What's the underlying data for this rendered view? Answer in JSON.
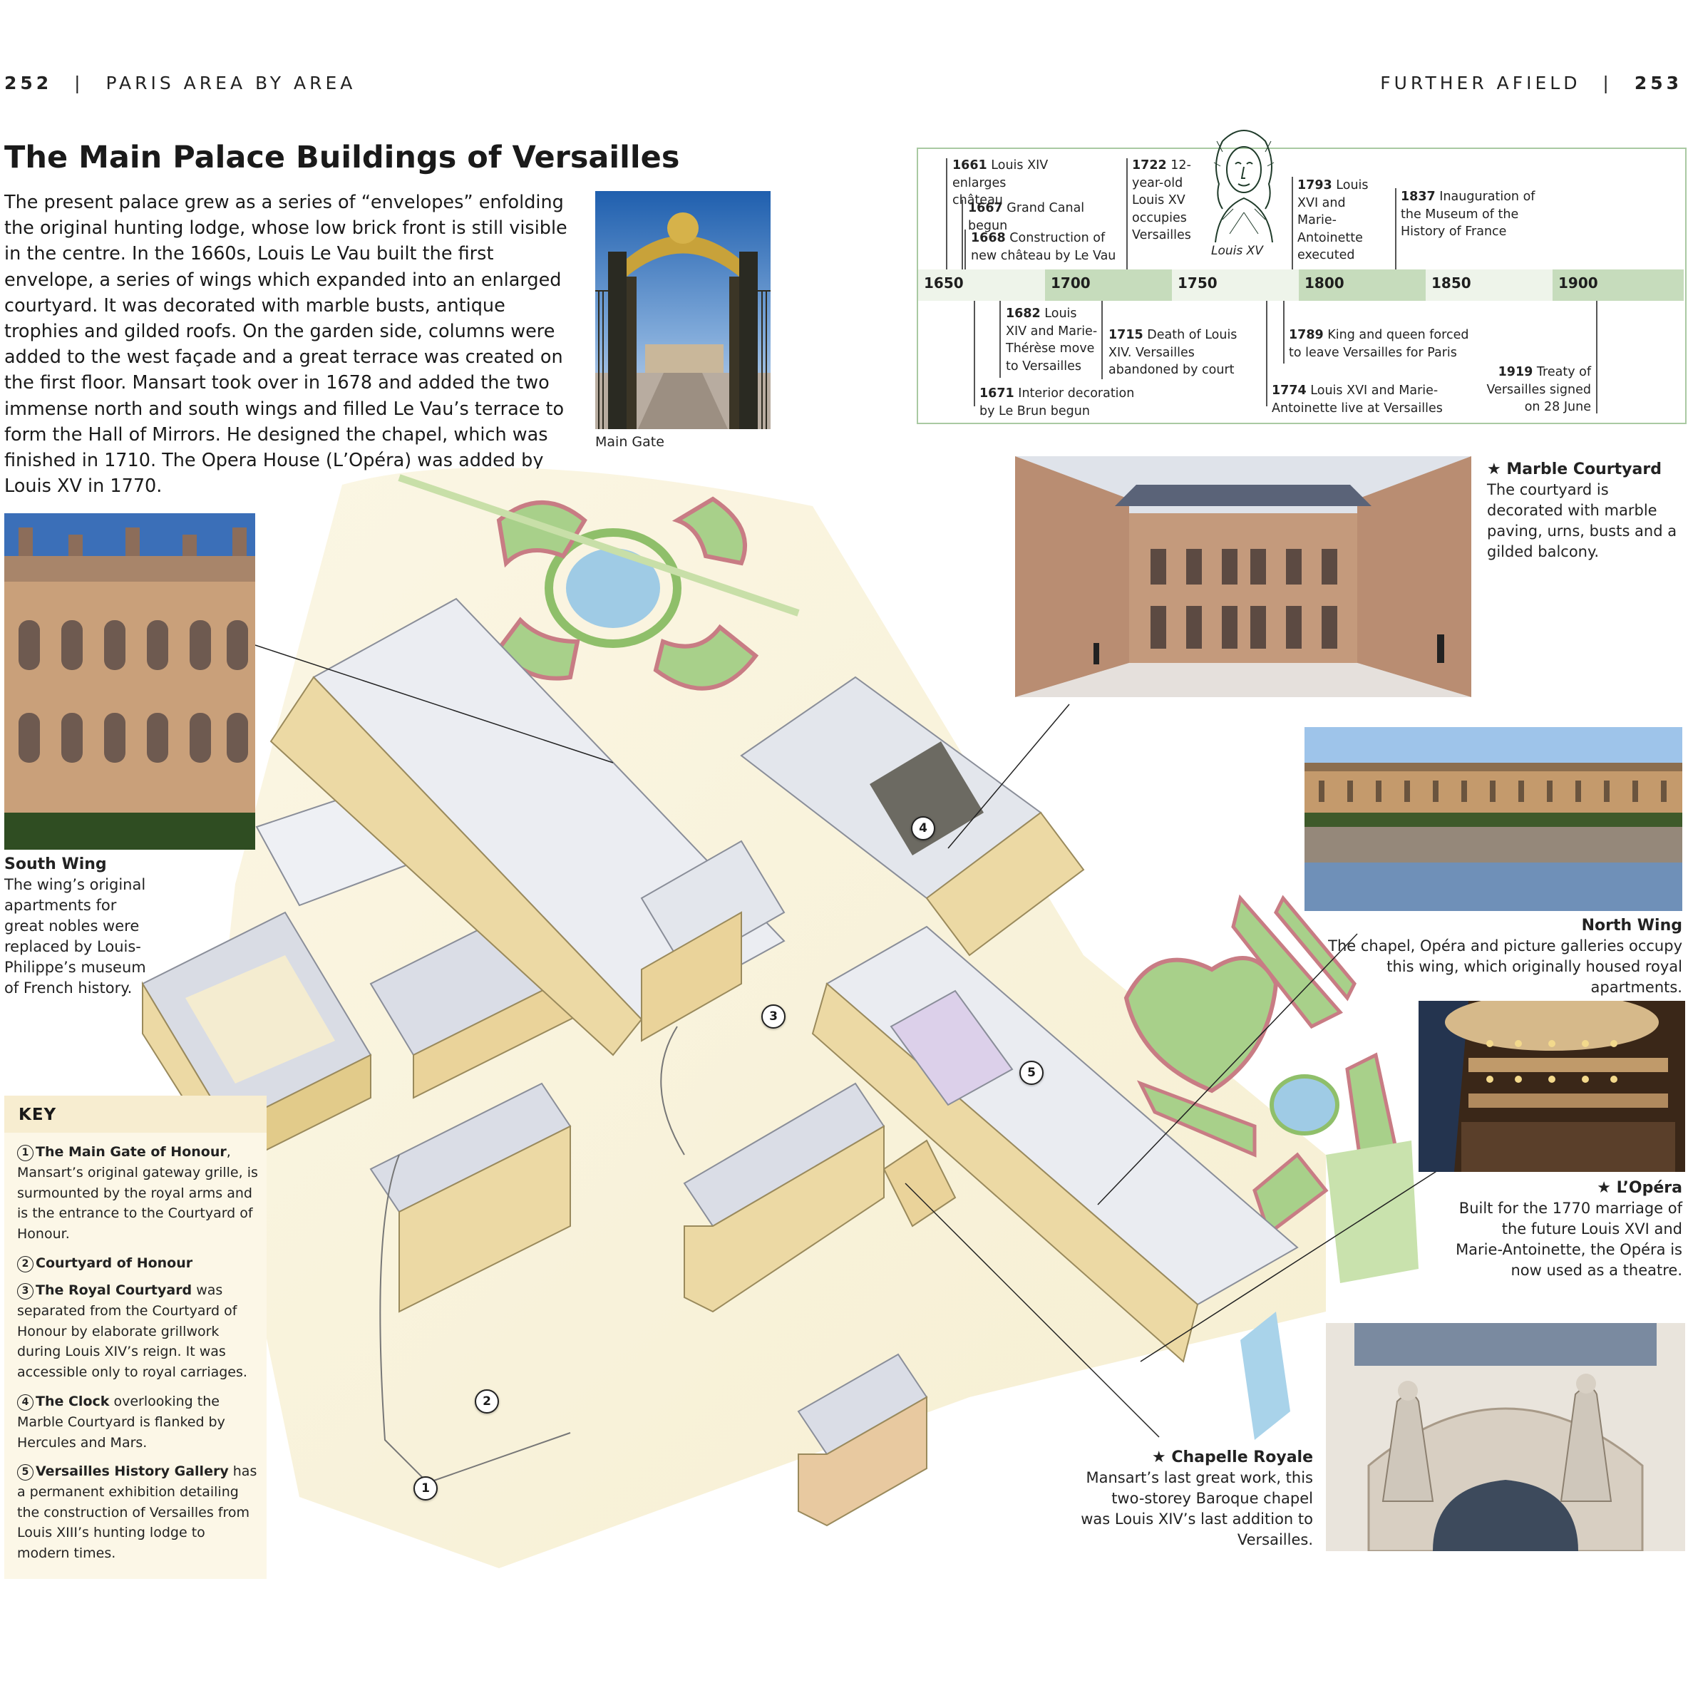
{
  "header": {
    "left_page": "252",
    "left_section": "PARIS AREA BY AREA",
    "right_section": "FURTHER AFIELD",
    "right_page": "253"
  },
  "title": "The Main Palace Buildings of Versailles",
  "intro": "The present palace grew as a series of “envelopes” enfolding the original hunting lodge, whose low brick front is still visible in the centre. In the 1660s, Louis Le Vau built the first envelope, a series of wings which expanded into an enlarged courtyard. It was decorated with marble busts, antique trophies and gilded roofs. On the garden side, columns were added to the west façade and a great terrace was created on the first floor. Mansart took over in 1678 and added the two immense north and south wings and filled Le Vau’s terrace to form the Hall of Mirrors. He designed the chapel, which was finished in 1710. The Opera House (L’Opéra) was added by Louis XV in 1770.",
  "main_gate_caption": "Main Gate",
  "portrait_caption": "Louis XV",
  "timeline": {
    "years": [
      "1650",
      "1700",
      "1750",
      "1800",
      "1850",
      "1900"
    ],
    "events_top": [
      {
        "year": "1661",
        "text": "Louis XIV enlarges château"
      },
      {
        "year": "1667",
        "text": "Grand Canal begun"
      },
      {
        "year": "1668",
        "text": "Construction of new château by Le Vau"
      },
      {
        "year": "1722",
        "text": "12-year-old Louis XV occupies Versailles"
      },
      {
        "year": "1793",
        "text": "Louis XVI and Marie-Antoinette executed"
      },
      {
        "year": "1837",
        "text": "Inauguration of the Museum of the History of France"
      }
    ],
    "events_bottom": [
      {
        "year": "1682",
        "text": "Louis XIV and Marie-Thérèse move to Versailles"
      },
      {
        "year": "1715",
        "text": "Death of Louis XIV. Versailles abandoned by court"
      },
      {
        "year": "1671",
        "text": "Interior decoration by Le Brun begun"
      },
      {
        "year": "1789",
        "text": "King and queen forced to leave Versailles for Paris"
      },
      {
        "year": "1774",
        "text": "Louis XVI and Marie-Antoinette live at Versailles"
      },
      {
        "year": "1919",
        "text": "Treaty of Versailles signed on 28 June"
      }
    ]
  },
  "callouts": {
    "south_wing": {
      "title": "South Wing",
      "text": "The wing’s original apartments for great nobles were replaced by Louis-Philippe’s museum of French history."
    },
    "marble_courtyard": {
      "star": "★",
      "title": "Marble Courtyard",
      "text": "The courtyard is decorated with marble paving, urns, busts and a gilded balcony."
    },
    "north_wing": {
      "title": "North Wing",
      "text": "The chapel, Opéra and picture galleries occupy this wing, which originally housed royal apartments."
    },
    "opera": {
      "star": "★",
      "title": "L’Opéra",
      "text": "Built for the 1770 marriage of the future Louis XVI and Marie-Antoinette, the Opéra is now used as a theatre."
    },
    "chapelle": {
      "star": "★",
      "title": "Chapelle Royale",
      "text": "Mansart’s last great work, this two-storey Baroque chapel was Louis XIV’s last addition to Versailles."
    }
  },
  "key": {
    "title": "KEY",
    "items": [
      {
        "num": "1",
        "title": "The Main Gate of Honour",
        "text": ", Mansart’s original gateway grille, is surmounted by the royal arms and is the entrance to the Courtyard of Honour."
      },
      {
        "num": "2",
        "title": "Courtyard of Honour",
        "text": ""
      },
      {
        "num": "3",
        "title": "The Royal Courtyard",
        "text": " was separated from the Courtyard of Honour by elaborate grillwork during Louis XIV’s reign. It was accessible only to royal carriages."
      },
      {
        "num": "4",
        "title": "The Clock",
        "text": " overlooking the Marble Courtyard is flanked by Hercules and Mars."
      },
      {
        "num": "5",
        "title": "Versailles History Gallery",
        "text": " has a permanent exhibition detailing the construction of Versailles from Louis XIII’s hunting lodge to modern times."
      }
    ]
  },
  "plan_numbers": [
    "1",
    "2",
    "3",
    "4",
    "5"
  ]
}
